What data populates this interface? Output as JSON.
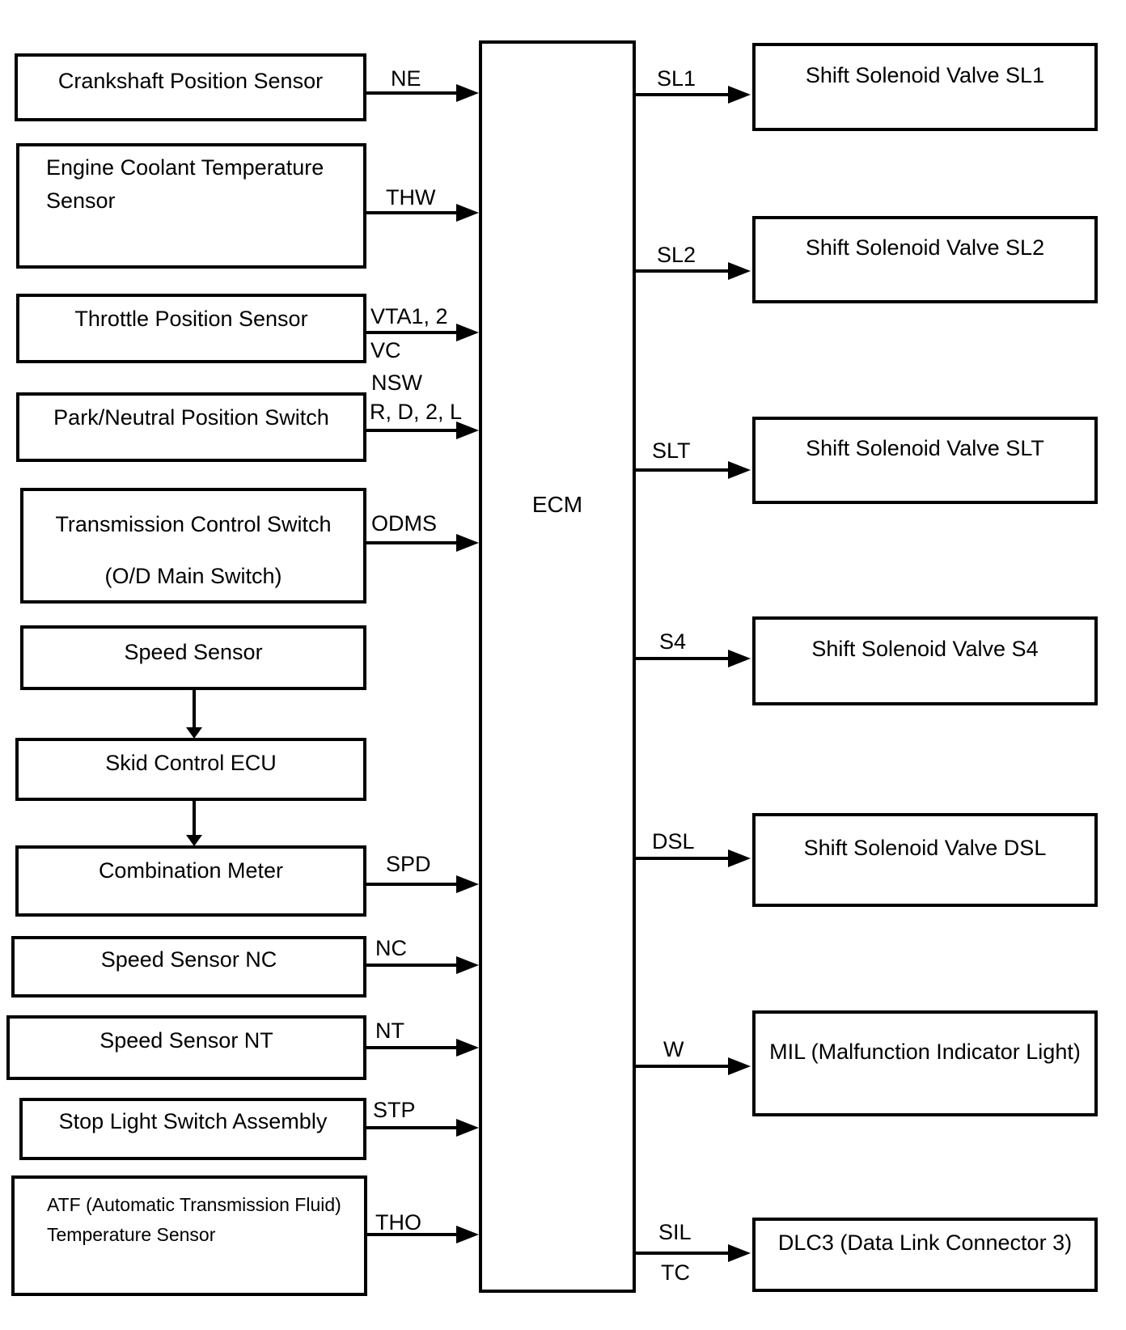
{
  "meta": {
    "line_color": "#000000",
    "background_color": "#ffffff"
  },
  "diagram": {
    "ecm_label": "ECM",
    "inputs": [
      {
        "label": "Crankshaft Position Sensor",
        "signal": "NE"
      },
      {
        "line1": "Engine Coolant Temperature",
        "line2": "Sensor",
        "signal": "THW"
      },
      {
        "label": "Throttle Position Sensor",
        "signal_top": "VTA1, 2",
        "signal_bottom": "VC"
      },
      {
        "label": "Park/Neutral Position Switch",
        "signal_line1": "NSW",
        "signal_line2": "R, D, 2, L"
      },
      {
        "line1": "Transmission Control Switch",
        "line2": "(O/D Main Switch)",
        "signal": "ODMS"
      },
      {
        "label": "Speed Sensor"
      },
      {
        "label": "Skid Control ECU"
      },
      {
        "label": "Combination Meter",
        "signal": "SPD"
      },
      {
        "label": "Speed Sensor NC",
        "signal": "NC"
      },
      {
        "label": "Speed Sensor NT",
        "signal": "NT"
      },
      {
        "label": "Stop Light Switch Assembly",
        "signal": "STP"
      },
      {
        "line1": "ATF (Automatic Transmission Fluid)",
        "line2": "Temperature Sensor",
        "signal": "THO"
      }
    ],
    "outputs": [
      {
        "label": "Shift Solenoid Valve SL1",
        "signal": "SL1"
      },
      {
        "label": "Shift Solenoid Valve SL2",
        "signal": "SL2"
      },
      {
        "label": "Shift Solenoid Valve SLT",
        "signal": "SLT"
      },
      {
        "label": "Shift Solenoid Valve S4",
        "signal": "S4"
      },
      {
        "label": "Shift Solenoid Valve DSL",
        "signal": "DSL"
      },
      {
        "label": "MIL (Malfunction Indicator Light)",
        "signal": "W"
      },
      {
        "label": "DLC3 (Data Link Connector 3)",
        "signal_line1": "SIL",
        "signal_line2": "TC"
      }
    ]
  }
}
